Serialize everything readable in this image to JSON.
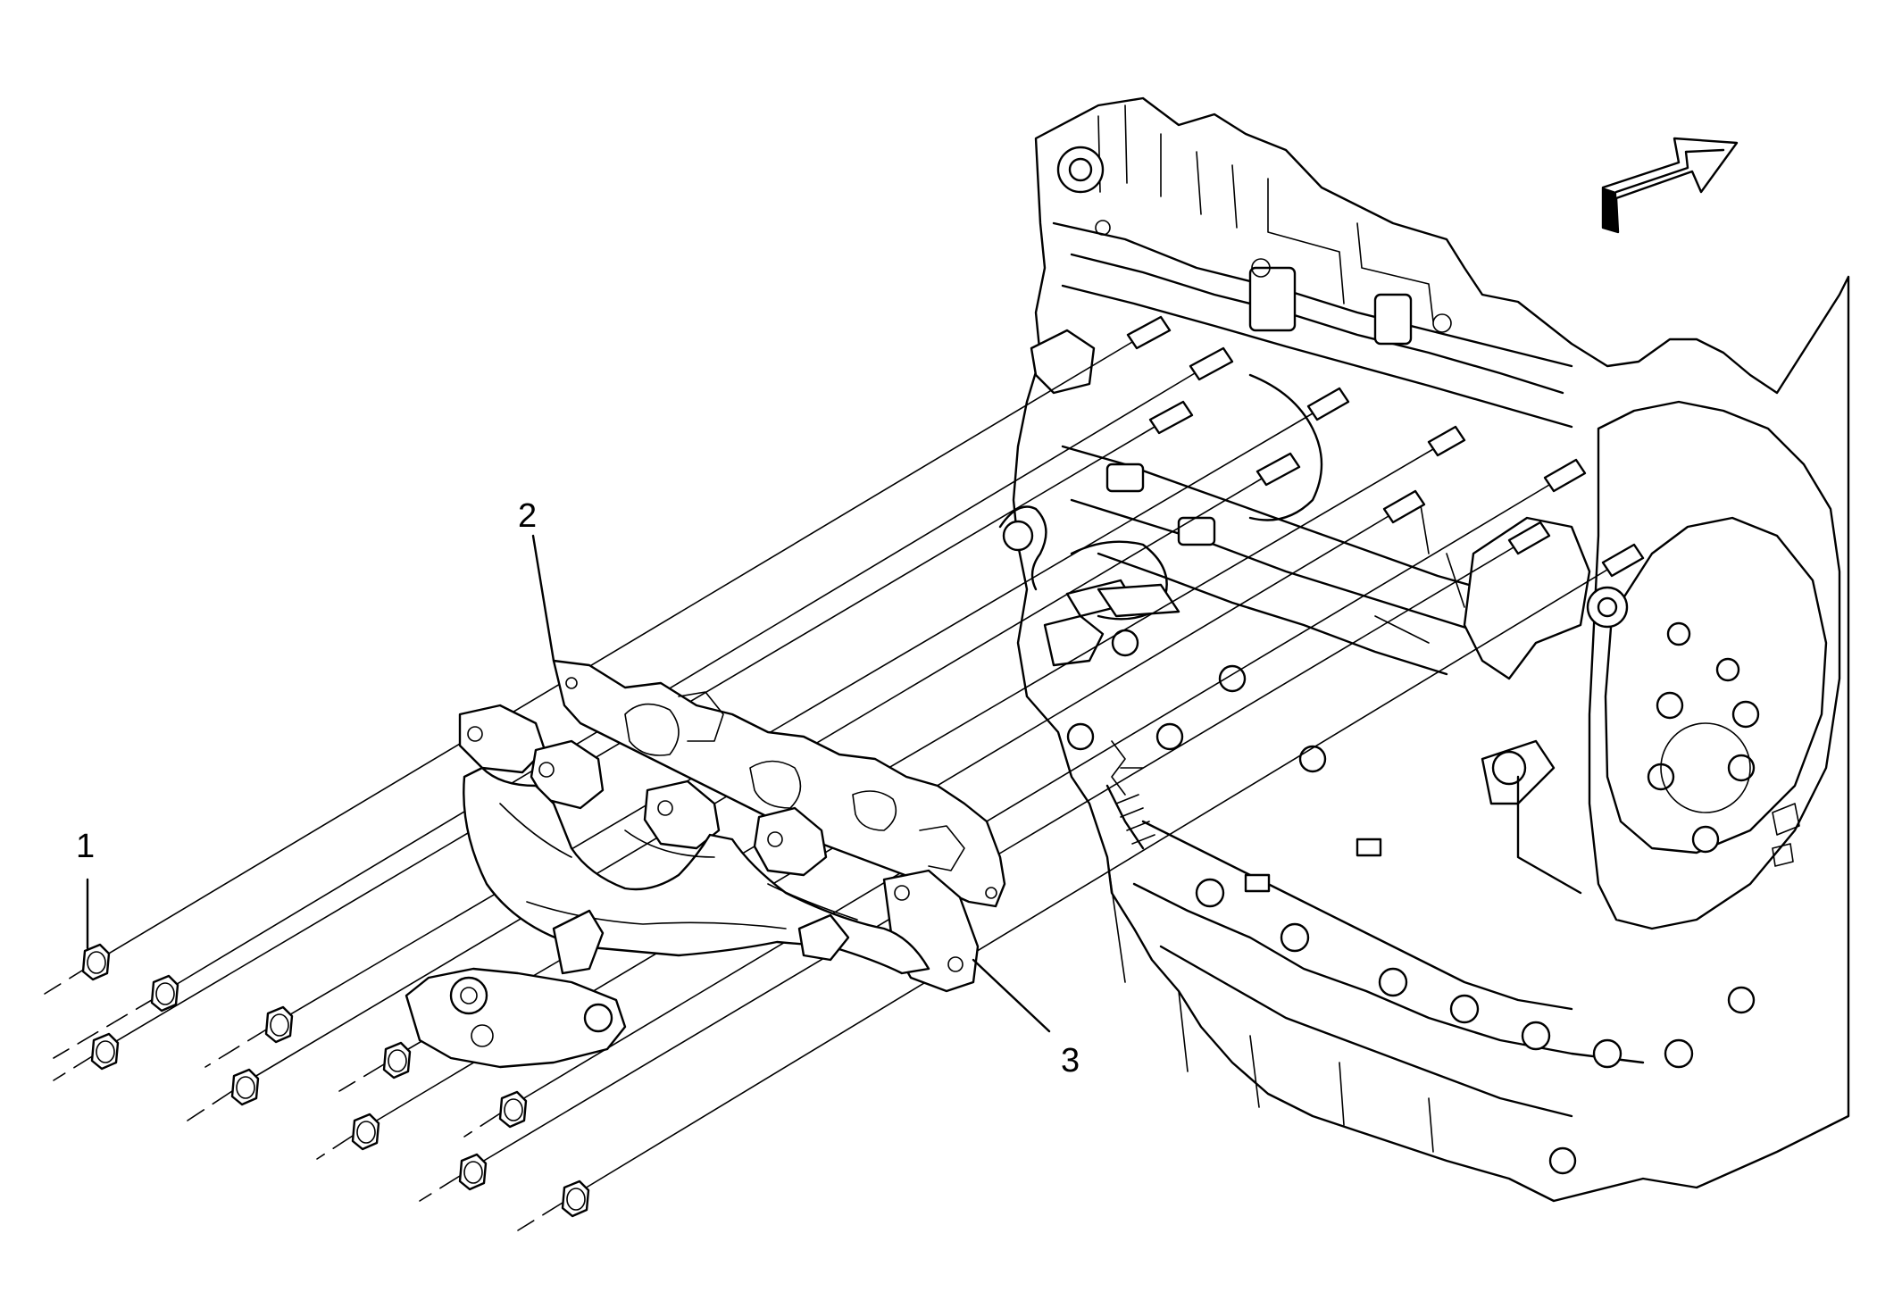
{
  "callouts": {
    "c1": "1",
    "c2": "2",
    "c3": "3"
  },
  "icons": {
    "front_arrow": "double-line-arrow-icon"
  }
}
